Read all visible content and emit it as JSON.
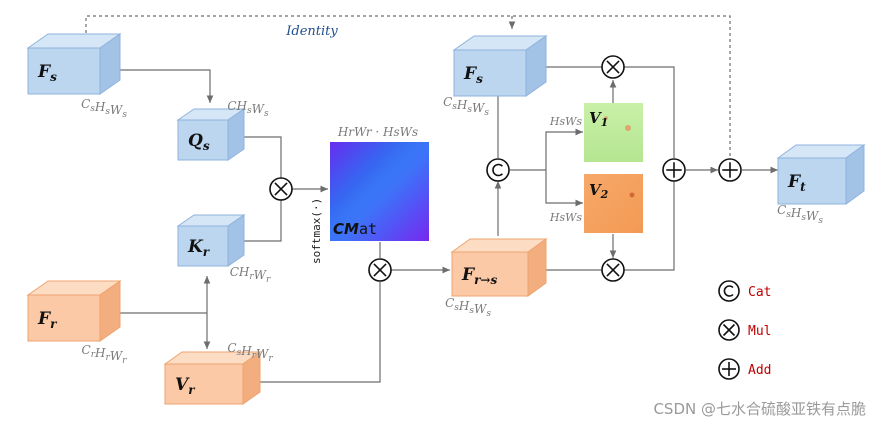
{
  "identity_label": "Identity",
  "blocks": {
    "fs_left": {
      "name": "F",
      "sub": "s",
      "dims": "CsHsWs"
    },
    "qs": {
      "name": "Q",
      "sub": "s",
      "dims": "CHsWs"
    },
    "kr": {
      "name": "K",
      "sub": "r",
      "dims": "CHrWr"
    },
    "fr": {
      "name": "F",
      "sub": "r",
      "dims": "CrHrWr"
    },
    "vr": {
      "name": "V",
      "sub": "r",
      "dims": "CsHrWr"
    },
    "fs_right": {
      "name": "F",
      "sub": "s",
      "dims": "CsHsWs"
    },
    "frs": {
      "name": "F",
      "sub": "r→s",
      "dims": "CsHsWs"
    },
    "ft": {
      "name": "F",
      "sub": "t",
      "dims": "CsHsWs"
    }
  },
  "cmat": {
    "label_bold": "CM",
    "label_rest": "at",
    "dims": "HrWr · HsWs",
    "op": "softmax(·)"
  },
  "v1": {
    "name": "V",
    "sub": "1",
    "dims": "HsWs"
  },
  "v2": {
    "name": "V",
    "sub": "2",
    "dims": "HsWs"
  },
  "legend": [
    {
      "symbol": "cat",
      "label": "Cat"
    },
    {
      "symbol": "mul",
      "label": "Mul"
    },
    {
      "symbol": "add",
      "label": "Add"
    }
  ],
  "watermark": "CSDN @七水合硫酸亚铁有点脆",
  "colors": {
    "blue_front": "#bcd6f0",
    "blue_top": "#d5e6f7",
    "blue_side": "#a3c3e6",
    "blue_edge": "#8fb3dc",
    "orange_front": "#fbc9a5",
    "orange_top": "#fddcc4",
    "orange_side": "#f3ae80",
    "orange_edge": "#eea36f",
    "line": "#6d6d6d"
  }
}
